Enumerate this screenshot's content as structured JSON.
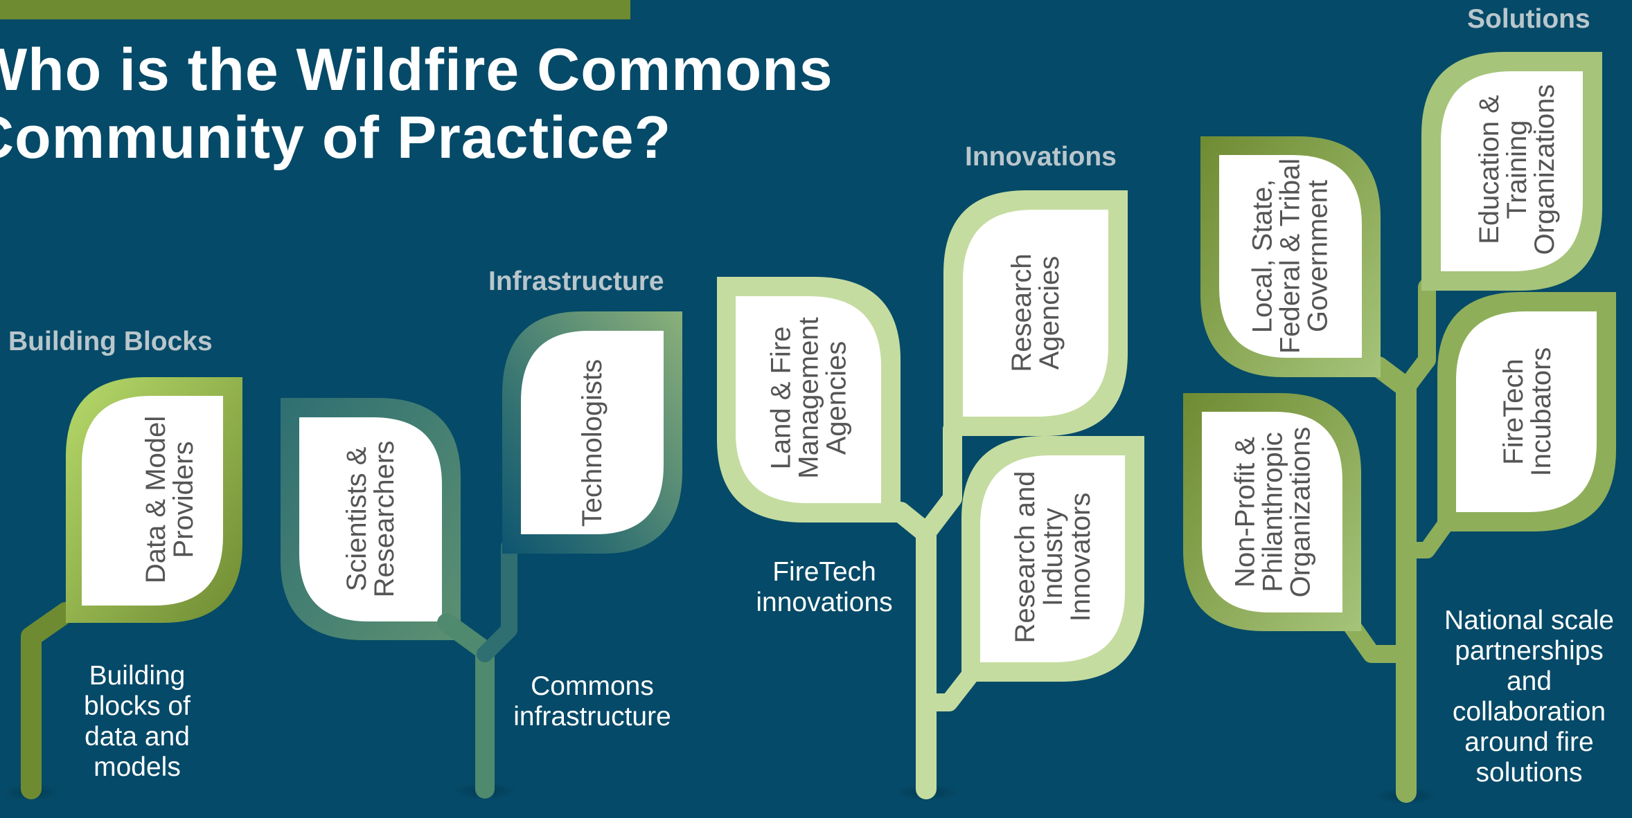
{
  "title": {
    "line1": "Who is the Wildfire Commons",
    "line2": "Community of Practice?"
  },
  "stages": {
    "building_blocks": "Building Blocks",
    "infrastructure": "Infrastructure",
    "innovations": "Innovations",
    "solutions": "Solutions"
  },
  "captions": {
    "building_blocks": "Building blocks of data and models",
    "infrastructure": "Commons infrastructure",
    "innovations": "FireTech innovations",
    "solutions": "National scale partnerships and collaboration around fire solutions"
  },
  "leaves": {
    "data_model_providers": "Data & Model Providers",
    "scientists_researchers": "Scientists & Researchers",
    "technologists": "Technologists",
    "land_fire_agencies": "Land & Fire Management Agencies",
    "research_agencies": "Research Agencies",
    "research_industry_innovators": "Research and Industry Innovators",
    "government": "Local, State, Federal & Tribal Government",
    "nonprofit": "Non-Profit & Philanthropic Organizations",
    "education": "Education & Training Organizations",
    "firetech_incubators": "FireTech Incubators"
  },
  "colors": {
    "background": "#054a68",
    "olive": "#6f8b32",
    "teal_green": "#4f8a6e",
    "light_green": "#c5dca0",
    "mid_green": "#8fae5a"
  }
}
